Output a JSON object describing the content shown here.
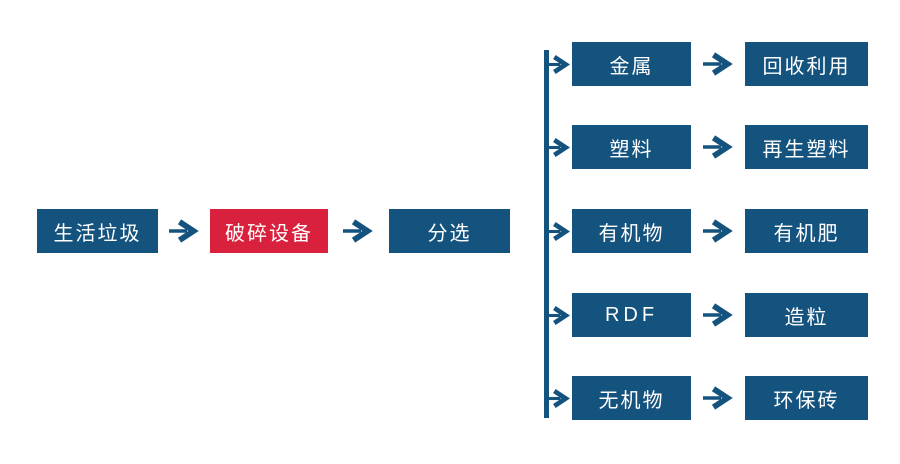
{
  "colors": {
    "blue": "#15537F",
    "red": "#D9203C",
    "text": "#FFFFFF",
    "background": "#FFFFFF"
  },
  "diagram": {
    "type": "flowchart",
    "direction": "left-to-right"
  },
  "main_flow": {
    "nodes": [
      {
        "label": "生活垃圾",
        "color": "blue"
      },
      {
        "label": "破碎设备",
        "color": "red"
      },
      {
        "label": "分选",
        "color": "blue"
      }
    ]
  },
  "branches": [
    {
      "category": "金属",
      "result": "回收利用"
    },
    {
      "category": "塑料",
      "result": "再生塑料"
    },
    {
      "category": "有机物",
      "result": "有机肥"
    },
    {
      "category": "RDF",
      "result": "造粒"
    },
    {
      "category": "无机物",
      "result": "环保砖"
    }
  ]
}
